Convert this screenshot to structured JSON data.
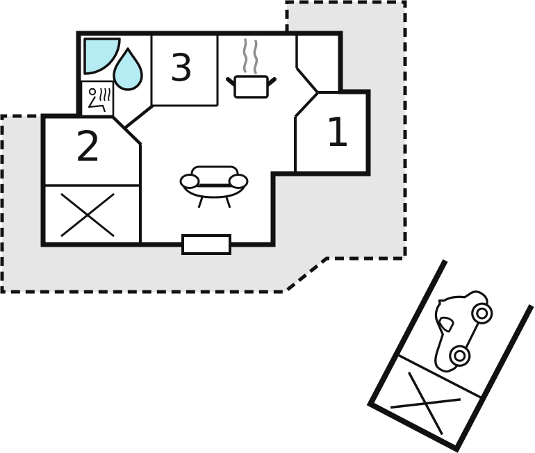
{
  "floorplan": {
    "title": "holiday-home-floor-plan",
    "rooms": {
      "room1": {
        "label": "1"
      },
      "room2": {
        "label": "2"
      },
      "room3": {
        "label": "3"
      }
    },
    "icons": {
      "shower": "shower-quarter-circle-icon",
      "water_drop": "water-drop-icon",
      "sauna": "sauna-person-heat-icon",
      "stove": "cooking-pot-steam-icon",
      "sofa": "sofa-icon",
      "window": "window-opening",
      "storage_cross": "no-access-cross-icon",
      "car": "car-icon",
      "carport_cross": "no-access-cross-icon"
    },
    "colors": {
      "wall": "#111111",
      "plot": "#e6e6e6",
      "water": "#b5ecf3",
      "steam": "#8f8f8f"
    }
  }
}
